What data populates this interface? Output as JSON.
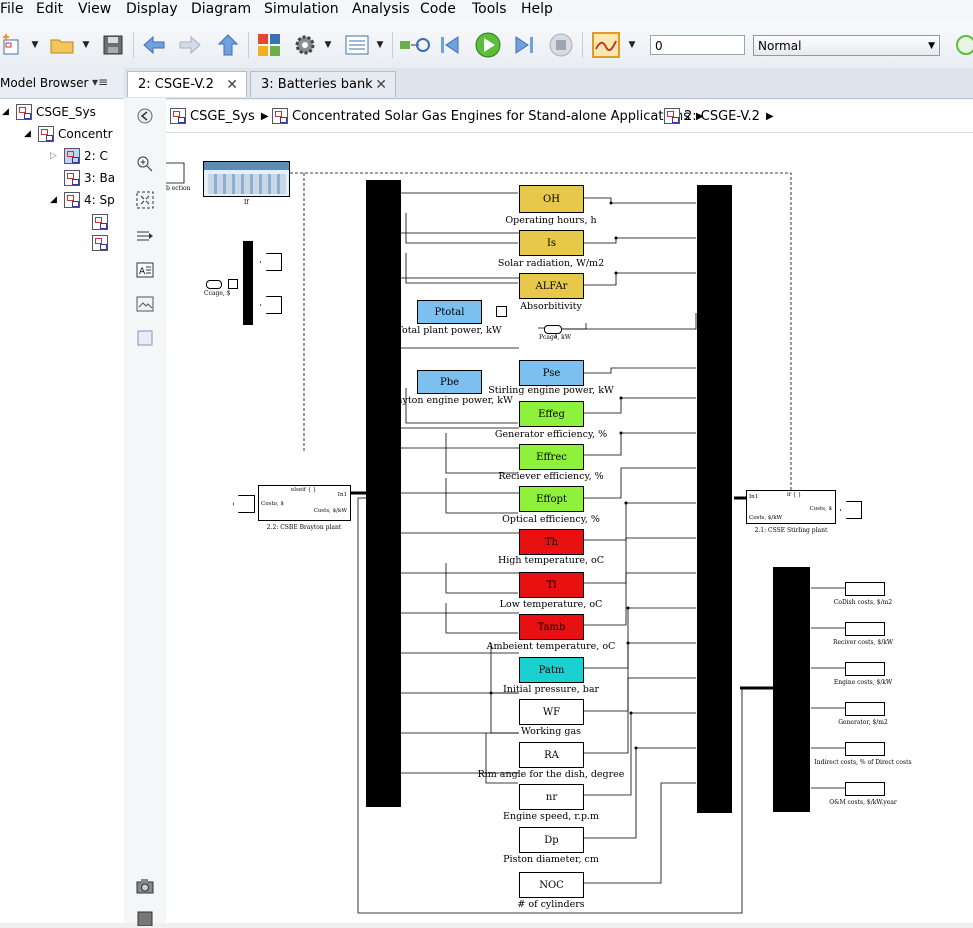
{
  "menu": [
    "File",
    "Edit",
    "View",
    "Display",
    "Diagram",
    "Simulation",
    "Analysis",
    "Code",
    "Tools",
    "Help"
  ],
  "toolbar": {
    "stop_time": "0",
    "sim_mode": "Normal"
  },
  "model_browser": {
    "title": "Model Browser",
    "tree": [
      {
        "label": "CSGE_Sys",
        "level": 0
      },
      {
        "label": "Concentr",
        "level": 1
      },
      {
        "label": "2: C",
        "level": 2
      },
      {
        "label": "3: Ba",
        "level": 2
      },
      {
        "label": "4: Sp",
        "level": 2
      }
    ]
  },
  "tabs": [
    {
      "label": "2: CSGE-V.2",
      "active": true
    },
    {
      "label": "3: Batteries bank",
      "active": false
    }
  ],
  "breadcrumb": [
    "CSGE_Sys",
    "Concentrated Solar Gas Engines for Stand-alone Applications",
    "2: CSGE-V.2"
  ],
  "canvas": {
    "top_left_label": "b ection",
    "image_block_label": "If",
    "cgage_label": "Ccage, $",
    "brayton_plant": {
      "in_label": "Costo, $",
      "title": "elseif { }",
      "port_in1": "In1",
      "port_out": "Costs, $/kW",
      "label": "2.2: CSBE Brayton plant"
    },
    "stirling_plant": {
      "title": "if { }",
      "port_in1": "In1",
      "port_costs": "Costs, $",
      "port_out": "Costs, $/kW",
      "label": "2.1: CSSE Stirling plant"
    },
    "pcage_label": "Pcage, kW",
    "blocks": [
      {
        "id": "oh",
        "text": "OH",
        "label": "Operating hours, h",
        "color": "#e8c84a"
      },
      {
        "id": "is",
        "text": "Is",
        "label": "Solar radiation, W/m2",
        "color": "#e8c84a"
      },
      {
        "id": "alfar",
        "text": "ALFAr",
        "label": "Absorbitivity",
        "color": "#e8c84a"
      },
      {
        "id": "ptotal",
        "text": "Ptotal",
        "label": "Total plant power, kW",
        "color": "#7cc0f0"
      },
      {
        "id": "pse",
        "text": "Pse",
        "label": "Stirling engine power, kW",
        "color": "#7cc0f0"
      },
      {
        "id": "pbe",
        "text": "Pbe",
        "label": "Brayton engine power, kW",
        "color": "#7cc0f0"
      },
      {
        "id": "effeg",
        "text": "Effeg",
        "label": "Generator efficiency, %",
        "color": "#8ef13c"
      },
      {
        "id": "effrec",
        "text": "Effrec",
        "label": "Reciever efficiency, %",
        "color": "#8ef13c"
      },
      {
        "id": "effopt",
        "text": "Effopt",
        "label": "Optical efficiency, %",
        "color": "#8ef13c"
      },
      {
        "id": "th",
        "text": "Th",
        "label": "High temperature, oC",
        "color": "#e81010"
      },
      {
        "id": "tl",
        "text": "Tl",
        "label": "Low temperature, oC",
        "color": "#e81010"
      },
      {
        "id": "tamb",
        "text": "Tamb",
        "label": "Ambeient temperature, oC",
        "color": "#e81010"
      },
      {
        "id": "patm",
        "text": "Patm",
        "label": "Initial pressure, bar",
        "color": "#1ad0d0"
      },
      {
        "id": "wf",
        "text": "WF",
        "label": "Working gas",
        "color": "#ffffff"
      },
      {
        "id": "ra",
        "text": "RA",
        "label": "Rim angle for the dish, degree",
        "color": "#ffffff"
      },
      {
        "id": "nr",
        "text": "nr",
        "label": "Engine speed, r.p.m",
        "color": "#ffffff"
      },
      {
        "id": "dp",
        "text": "Dp",
        "label": "Piston diameter, cm",
        "color": "#ffffff"
      },
      {
        "id": "noc",
        "text": "NOC",
        "label": "# of cylinders",
        "color": "#ffffff"
      }
    ],
    "outports": [
      "CoDish costs, $/m2",
      "Reciver costs, $/kW",
      "Engine costs, $/kW",
      "Generator, $/m2",
      "Indirect costs, % of Direct costs",
      "O&M costs, $/kW.year"
    ]
  }
}
